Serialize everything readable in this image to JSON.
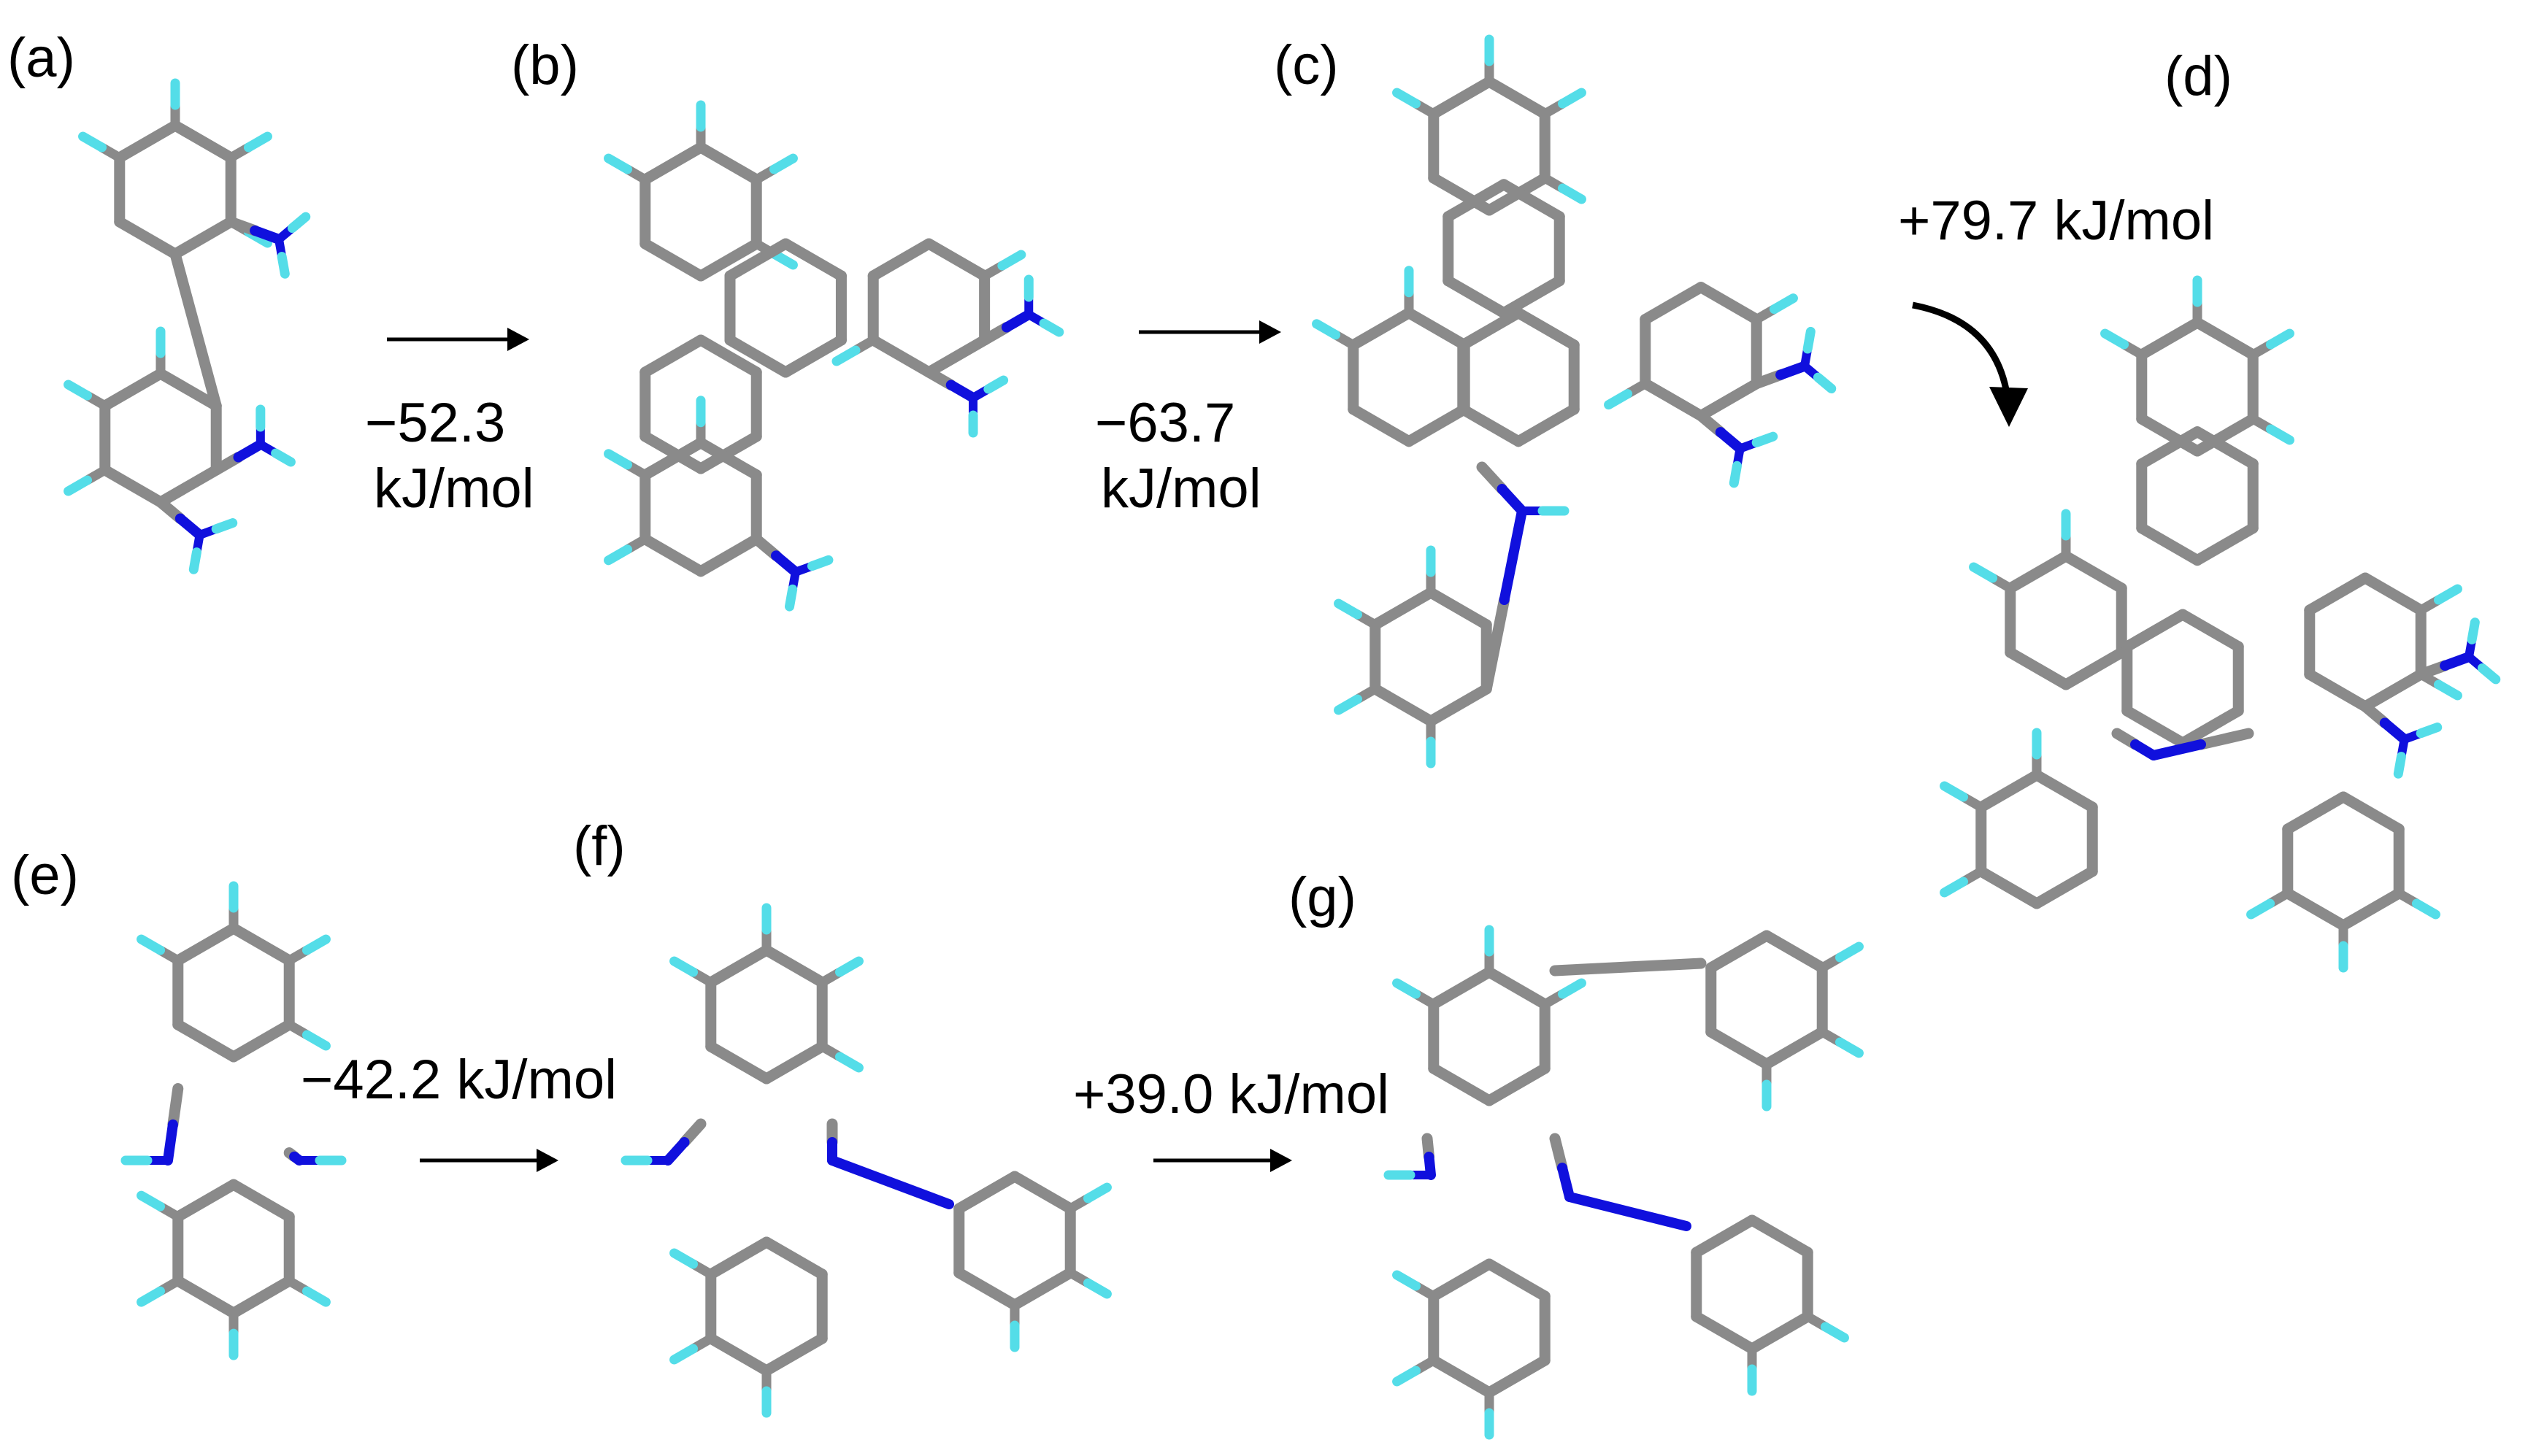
{
  "labels": {
    "a": "(a)",
    "b": "(b)",
    "c": "(c)",
    "d": "(d)",
    "e": "(e)",
    "f": "(f)",
    "g": "(g)"
  },
  "energies": {
    "ab_line1": "−52.3",
    "ab_line2": "kJ/mol",
    "bc_line1": "−63.7",
    "bc_line2": "kJ/mol",
    "cd": "+79.7 kJ/mol",
    "ef": "−42.2 kJ/mol",
    "fg": "+39.0 kJ/mol"
  },
  "colors": {
    "carbon": "#8a8a8a",
    "nitrogen": "#1010dd",
    "hydrogen": "#54dde8",
    "text": "#000000",
    "background": "#ffffff"
  }
}
